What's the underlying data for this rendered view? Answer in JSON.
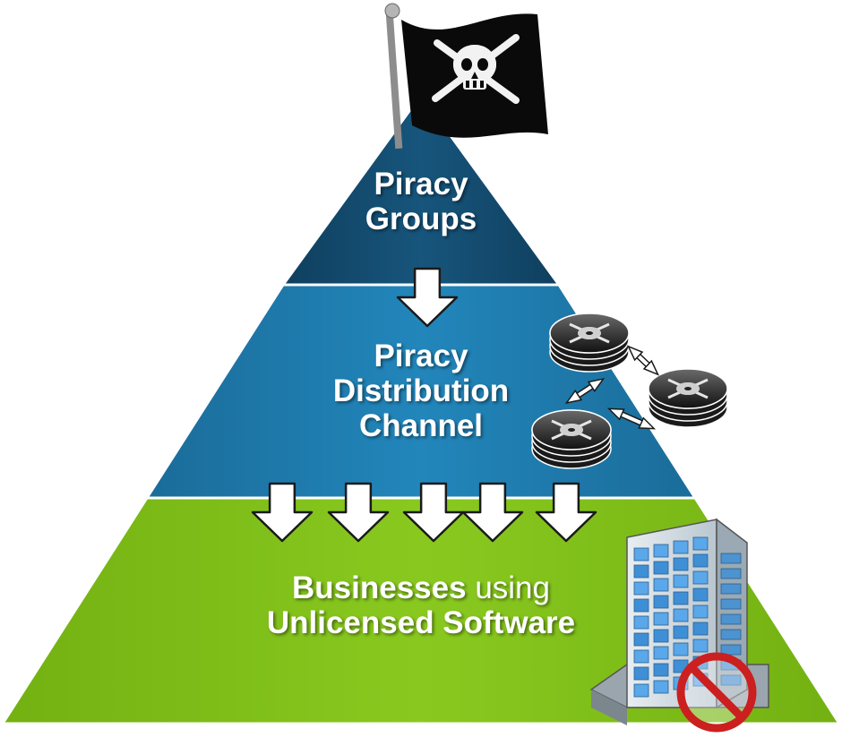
{
  "colors": {
    "top_tier": "#134a6c",
    "middle_tier": "#1f7aab",
    "bottom_tier": "#7fbe1a",
    "text": "#ffffff",
    "flag": "#0a0a0a",
    "no_sign": "#cc1f1f"
  },
  "tiers": [
    {
      "name": "piracy-groups",
      "lines": [
        "Piracy",
        "Groups"
      ]
    },
    {
      "name": "piracy-distribution-channel",
      "lines": [
        "Piracy",
        "Distribution",
        "Channel"
      ]
    },
    {
      "name": "businesses",
      "line1_bold": "Businesses",
      "line1_normal": "using",
      "line2": "Unlicensed Software"
    }
  ],
  "icons": {
    "flag": "pirate-flag-icon",
    "discs": "pirate-disc-stack-icon",
    "building": "office-building-icon",
    "prohibited": "prohibited-sign-icon",
    "arrows": "down-arrow-icon"
  }
}
